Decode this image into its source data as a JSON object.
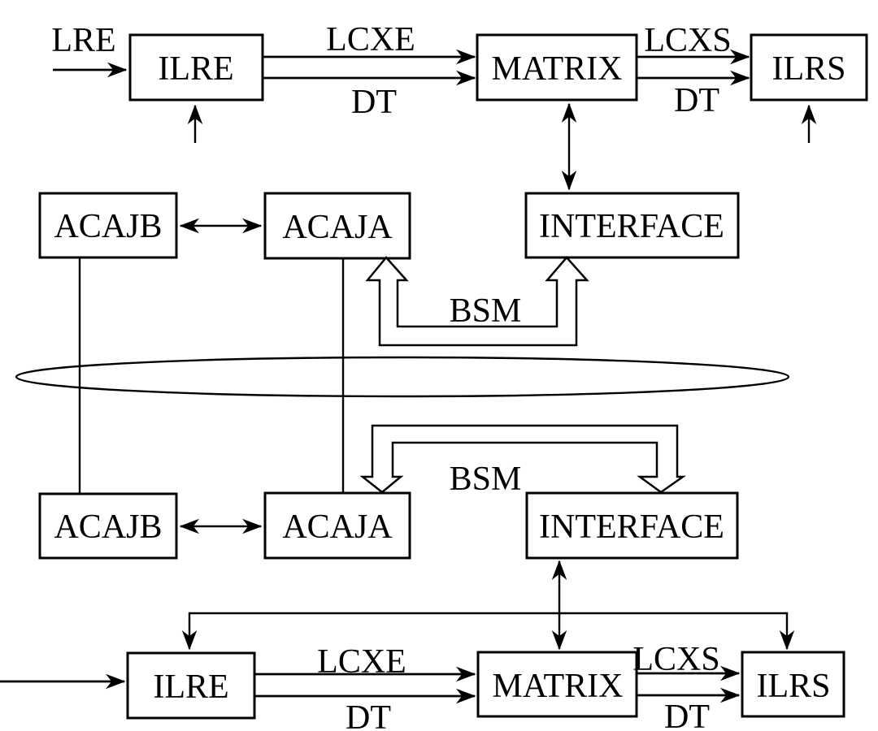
{
  "figure": {
    "kind": "block-diagram"
  },
  "colors": {
    "stroke": "#000000",
    "background": "#ffffff",
    "box_fill": "#ffffff"
  },
  "top_section": {
    "input_label": "LRE",
    "ilre": "ILRE",
    "link1_label": "LCXE",
    "link1_sub_label": "DT",
    "matrix": "MATRIX",
    "link2_label": "LCXS",
    "link2_sub_label": "DT",
    "ilrs": "ILRS"
  },
  "upper_ring_section": {
    "acajb": "ACAJB",
    "acaja": "ACAJA",
    "interface": "INTERFACE",
    "bus_label": "BSM"
  },
  "lower_ring_section": {
    "acajb": "ACAJB",
    "acaja": "ACAJA",
    "interface": "INTERFACE",
    "bus_label": "BSM"
  },
  "bottom_section": {
    "ilre": "ILRE",
    "link1_label": "LCXE",
    "link1_sub_label": "DT",
    "matrix": "MATRIX",
    "link2_label": "LCXS",
    "link2_sub_label": "DT",
    "ilrs": "ILRS"
  }
}
